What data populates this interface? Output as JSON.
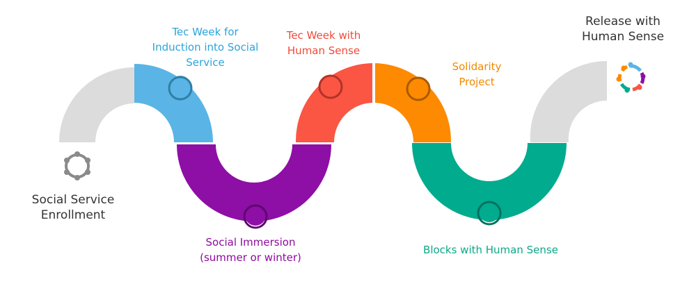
{
  "steps": {
    "enrollment": {
      "lines": [
        "Social Service",
        "Enrollment"
      ],
      "color": "#333333"
    },
    "induction": {
      "lines": [
        "Tec Week for",
        "Induction into Social",
        "Service"
      ],
      "color": "#2aa4dc"
    },
    "immersion": {
      "lines": [
        "Social Immersion",
        "(summer or winter)"
      ],
      "color": "#8e0a9e"
    },
    "tec_week": {
      "lines": [
        "Tec Week with",
        "Human Sense"
      ],
      "color": "#f04a38"
    },
    "solidarity": {
      "lines": [
        "Solidarity",
        "Project"
      ],
      "color": "#f08a00"
    },
    "blocks": {
      "lines": [
        "Blocks with Human Sense"
      ],
      "color": "#0aa886"
    },
    "release": {
      "lines": [
        "Release with",
        "Human Sense"
      ],
      "color": "#333333"
    }
  },
  "palette": {
    "grey": "#dcdcdc",
    "blue": "#5ab4e5",
    "purple": "#8e0fa5",
    "red": "#fb5544",
    "orange": "#fd8a00",
    "teal": "#00ab8e",
    "icon_grey": "#8a8a8a"
  },
  "icons": {
    "start": "people-circle-icon",
    "end": "colorful-people-circle-icon"
  }
}
